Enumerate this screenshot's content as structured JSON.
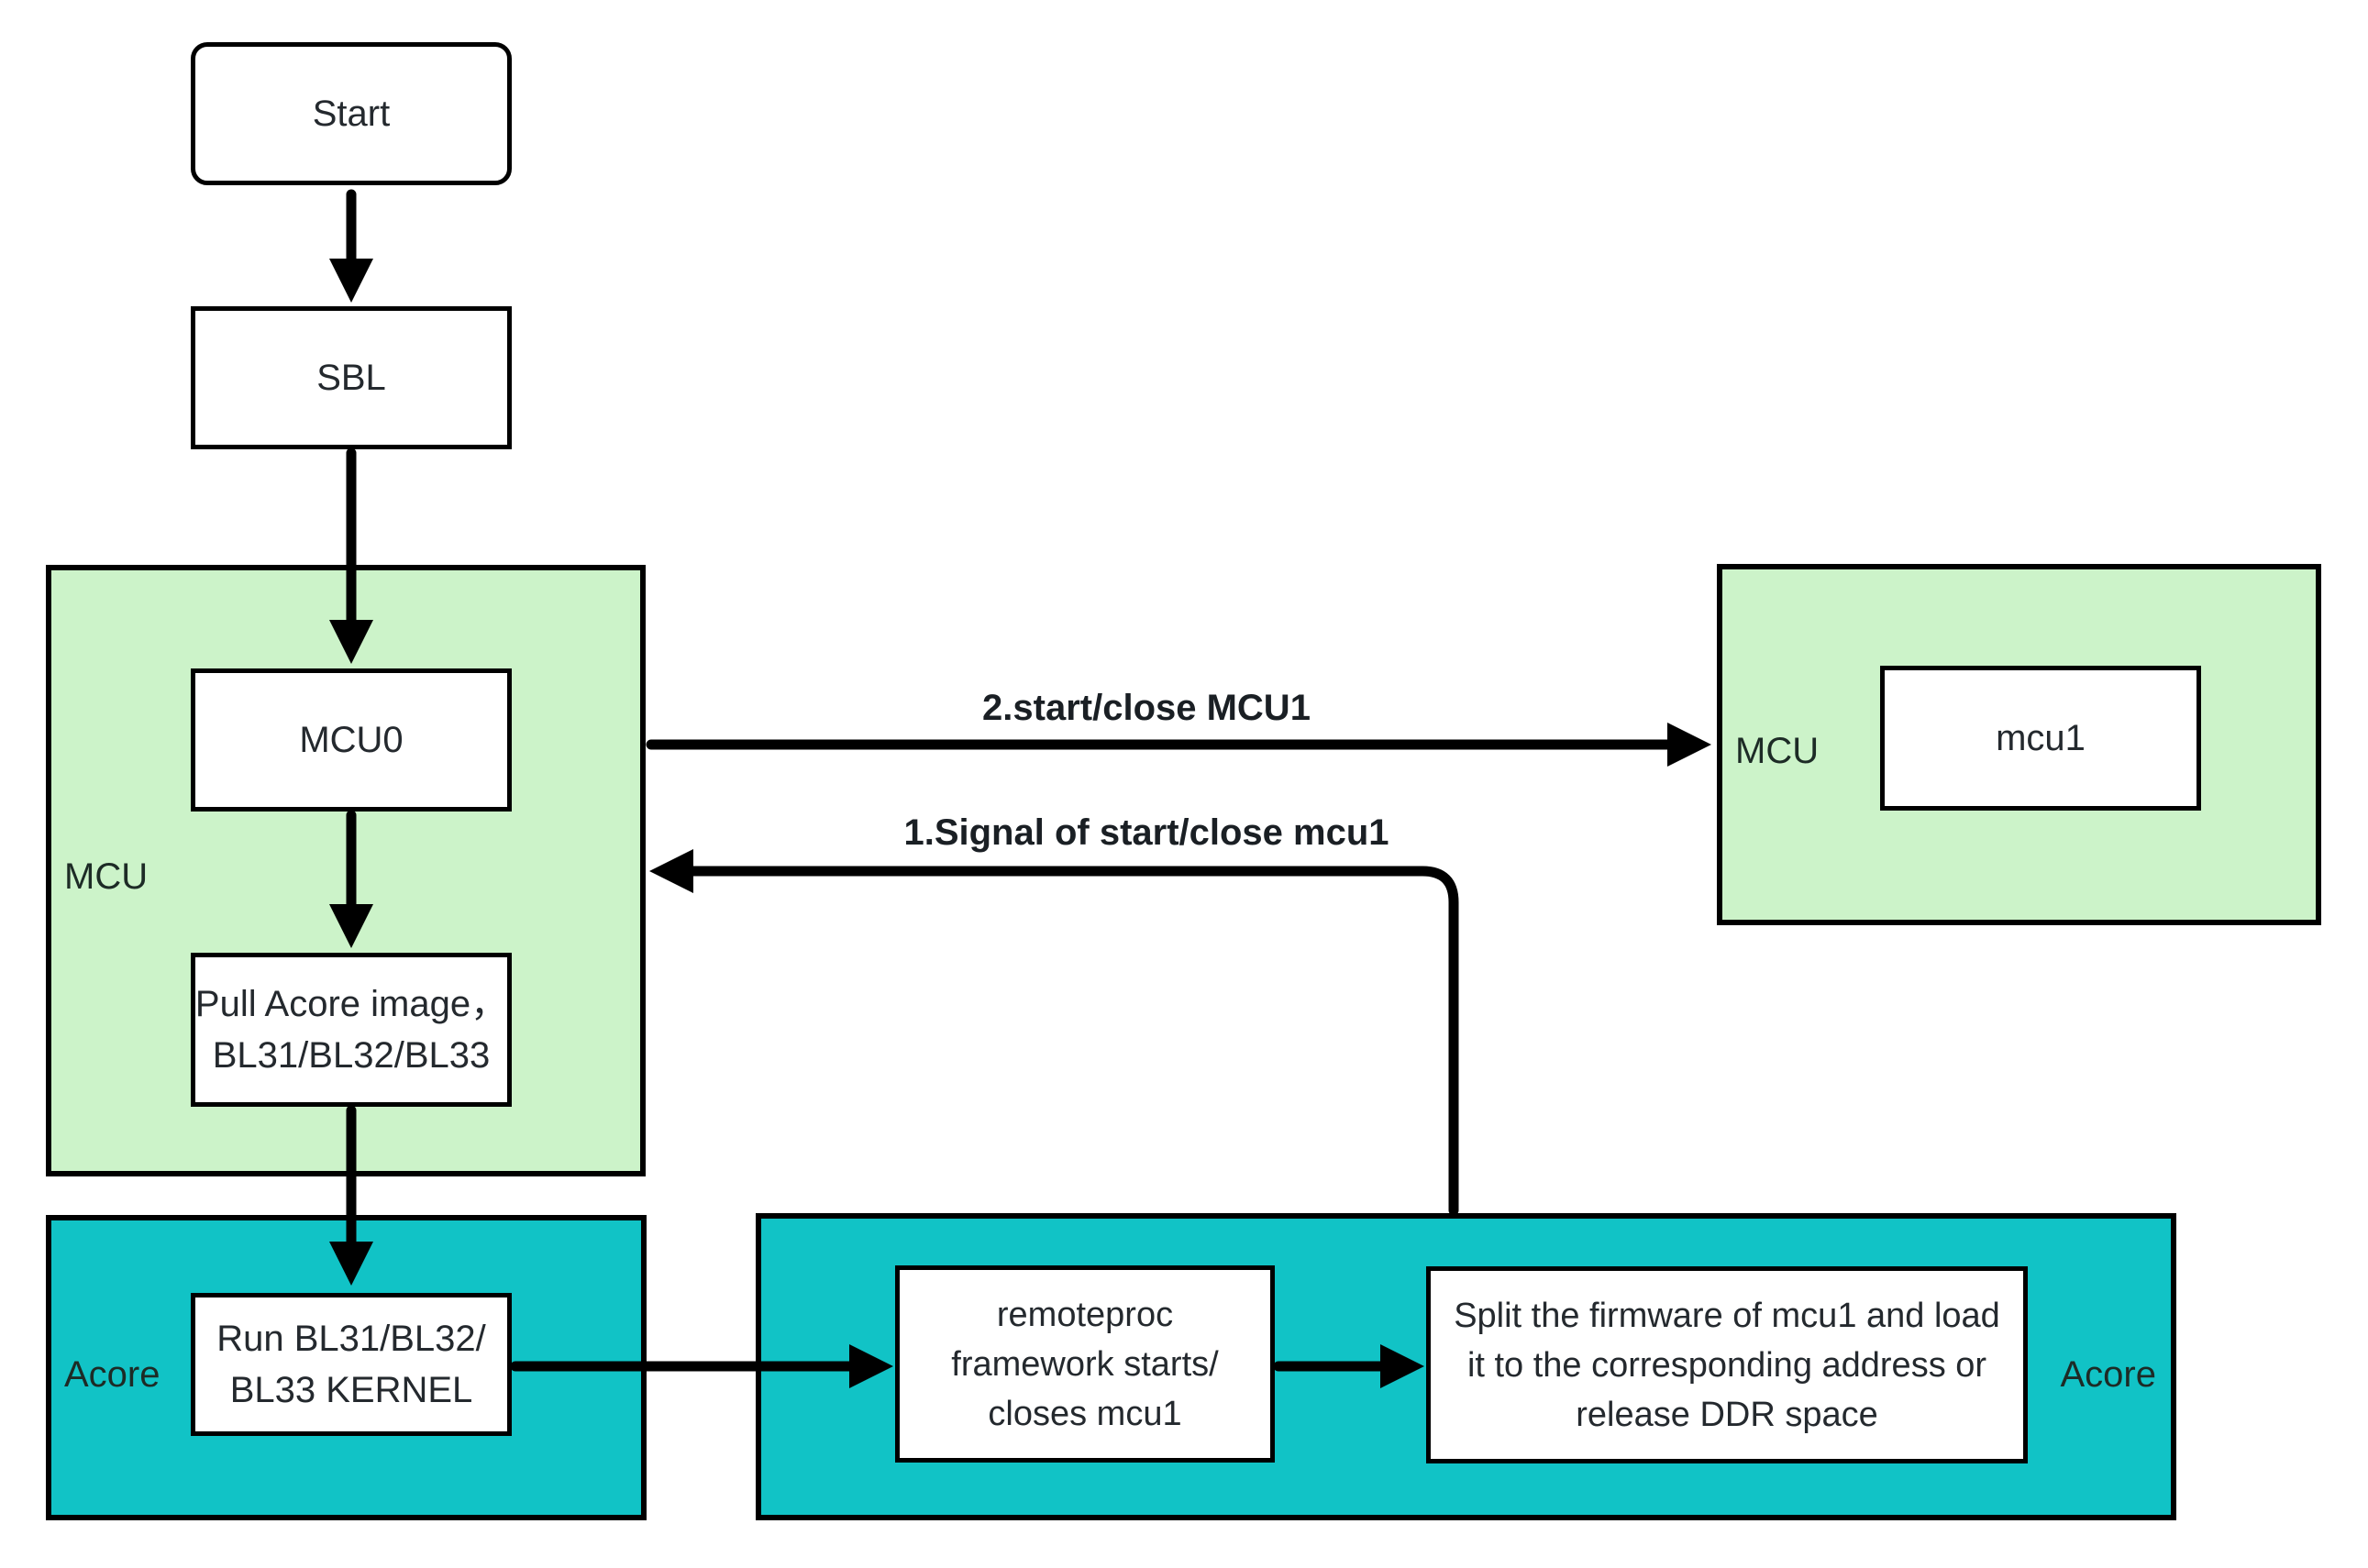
{
  "nodes": {
    "start": {
      "label": "Start"
    },
    "sbl": {
      "label": "SBL"
    },
    "mcu0": {
      "label": "MCU0"
    },
    "pull_acore": {
      "lines": [
        "Pull Acore image，",
        "BL31/BL32/BL33"
      ]
    },
    "run_bl": {
      "lines": [
        "Run BL31/BL32/",
        "BL33 KERNEL"
      ]
    },
    "remoteproc": {
      "lines": [
        "remoteproc",
        "framework starts/",
        "closes mcu1"
      ]
    },
    "split_firmware": {
      "lines": [
        "Split the firmware of mcu1 and load",
        "it to the corresponding address or",
        "release DDR space"
      ]
    },
    "mcu1": {
      "label": "mcu1"
    }
  },
  "containers": {
    "mcu_left": {
      "label": "MCU"
    },
    "mcu_right": {
      "label": "MCU"
    },
    "acore_left": {
      "label": "Acore"
    },
    "acore_mid": {
      "label": "Acore"
    }
  },
  "edges": {
    "signal": {
      "label": "1.Signal of start/close mcu1"
    },
    "start_close": {
      "label": "2.start/close MCU1"
    }
  },
  "colors": {
    "container_green": "#ccf3c9",
    "container_teal": "#11c3c6",
    "line": "#000000",
    "text": "#24292e"
  }
}
